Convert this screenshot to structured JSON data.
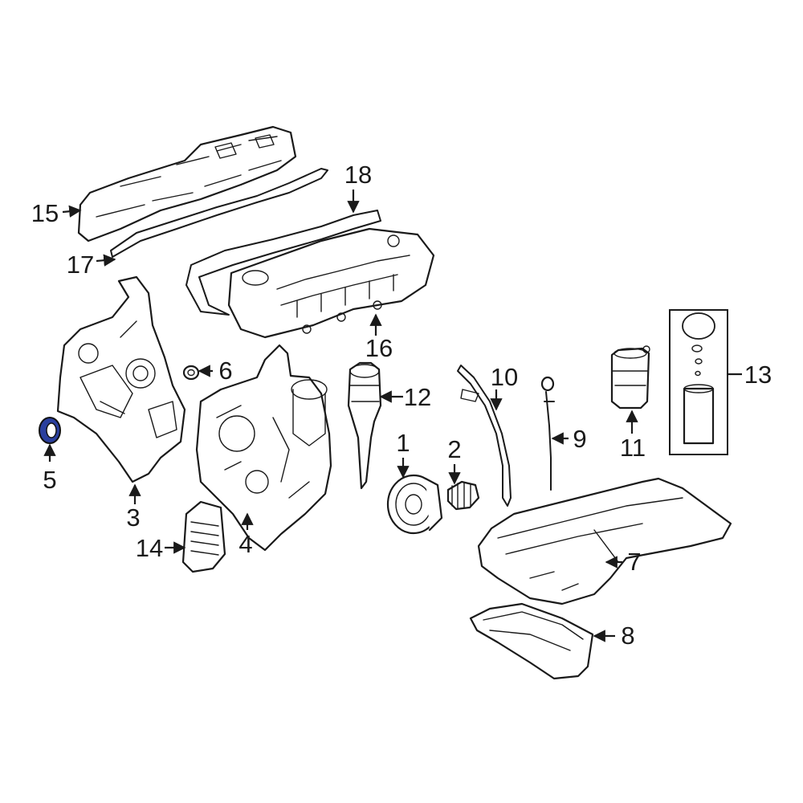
{
  "diagram": {
    "highlight_color": "#2a3f9e",
    "highlighted_part": "5",
    "callouts": {
      "c1": "1",
      "c2": "2",
      "c3": "3",
      "c4": "4",
      "c5": "5",
      "c6": "6",
      "c7": "7",
      "c8": "8",
      "c9": "9",
      "c10": "10",
      "c11": "11",
      "c12": "12",
      "c13": "13",
      "c14": "14",
      "c15": "15",
      "c16": "16",
      "c17": "17",
      "c18": "18"
    }
  }
}
